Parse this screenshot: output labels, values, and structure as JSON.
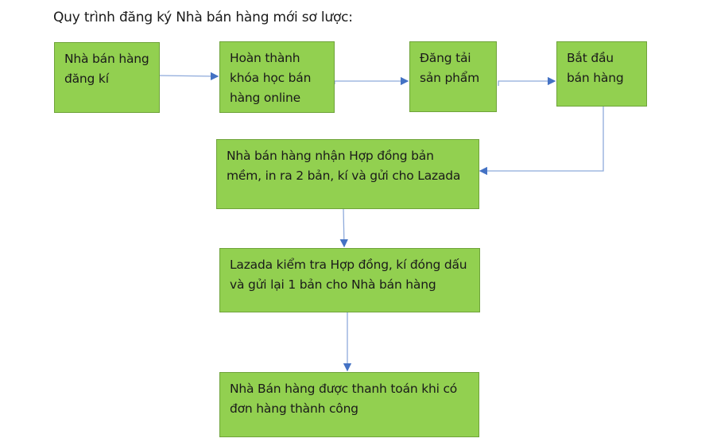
{
  "title": "Quy trình đăng ký Nhà bán hàng mới sơ lược:",
  "colors": {
    "box_fill": "#92d050",
    "box_border": "#6fa33a",
    "connector": "#4472c4",
    "connector_line": "#8eaadb"
  },
  "steps": [
    {
      "id": 1,
      "text": "Nhà bán hàng đăng kí"
    },
    {
      "id": 2,
      "text": "Hoàn thành khóa học bán hàng online"
    },
    {
      "id": 3,
      "text": "Đăng tải sản phẩm"
    },
    {
      "id": 4,
      "text": "Bắt đầu bán hàng"
    },
    {
      "id": 5,
      "text": "Nhà bán hàng nhận Hợp đồng bản mềm, in ra 2 bản, kí và gửi cho Lazada"
    },
    {
      "id": 6,
      "text": "Lazada kiểm tra Hợp đồng, kí đóng dấu và gửi lại 1 bản cho Nhà bán hàng"
    },
    {
      "id": 7,
      "text": "Nhà Bán hàng được thanh toán khi có đơn hàng thành công"
    }
  ],
  "edges": [
    {
      "from": 1,
      "to": 2
    },
    {
      "from": 2,
      "to": 3
    },
    {
      "from": 3,
      "to": 4
    },
    {
      "from": 4,
      "to": 5
    },
    {
      "from": 5,
      "to": 6
    },
    {
      "from": 6,
      "to": 7
    }
  ]
}
